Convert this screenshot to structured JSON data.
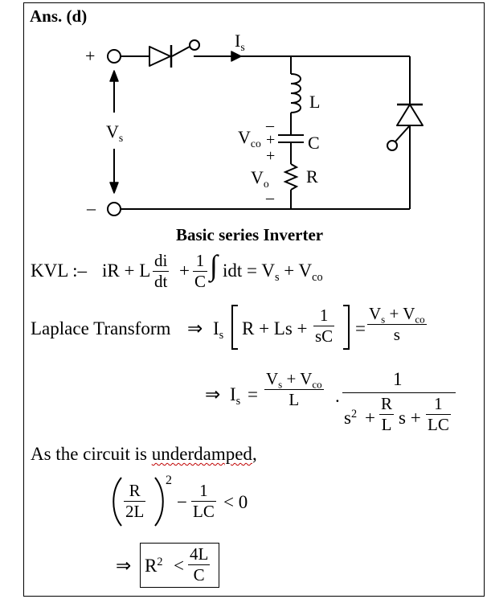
{
  "answer": "Ans. (d)",
  "circuit": {
    "caption": "Basic series Inverter",
    "plus": "+",
    "minus": "–",
    "vs": "V",
    "vs_sub": "s",
    "is": "I",
    "is_sub": "s",
    "L": "L",
    "C": "C",
    "R": "R",
    "vco": "V",
    "vco_sub": "co",
    "vo": "V",
    "vo_sub": "o",
    "cap_minus": "–",
    "cap_plus": "+",
    "vo_plus": "+",
    "vo_minus": "–"
  },
  "kvl": {
    "label": "KVL :–",
    "lhs1": "iR + L",
    "num_di": "di",
    "den_dt": "dt",
    "plus": "+",
    "num_1": "1",
    "den_C": "C",
    "integral": "∫",
    "rest": "idt = V",
    "rest_sub": "s",
    "rest2": " + V",
    "rest2_sub": "co"
  },
  "laplace": {
    "label": "Laplace Transform",
    "arrow": "⇒",
    "I": "I",
    "I_sub": "s",
    "inner": "R + Ls +",
    "num_1": "1",
    "den_sC": "sC",
    "eq": "=",
    "num_vs": "V",
    "num_vs_sub": "s",
    "num_plus": " + V",
    "num_vco_sub": "co",
    "den_s": "s"
  },
  "line3": {
    "arrow": "⇒",
    "I": "I",
    "I_sub": "s",
    "eq": "=",
    "num_vs": "V",
    "num_vs_sub": "s",
    "num_plus": " + V",
    "num_vco_sub": "co",
    "den_L": "L",
    "dot": ".",
    "num_1": "1",
    "den_s2": "s",
    "den_s2_sup": "2",
    "den_plus": "+",
    "num_R": "R",
    "den_L2": "L",
    "den_s": "s +",
    "num_1b": "1",
    "den_LC": "LC"
  },
  "statement": {
    "prefix": "As the circuit is ",
    "underlined": "underdamped",
    "suffix": ","
  },
  "condition": {
    "num_R": "R",
    "den_2L": "2L",
    "sup": "2",
    "minus": "−",
    "num_1": "1",
    "den_LC": "LC",
    "rest": "< 0"
  },
  "result": {
    "arrow": "⇒",
    "R": "R",
    "R_sup": "2",
    "lt": "<",
    "num_4L": "4L",
    "den_C": "C"
  }
}
